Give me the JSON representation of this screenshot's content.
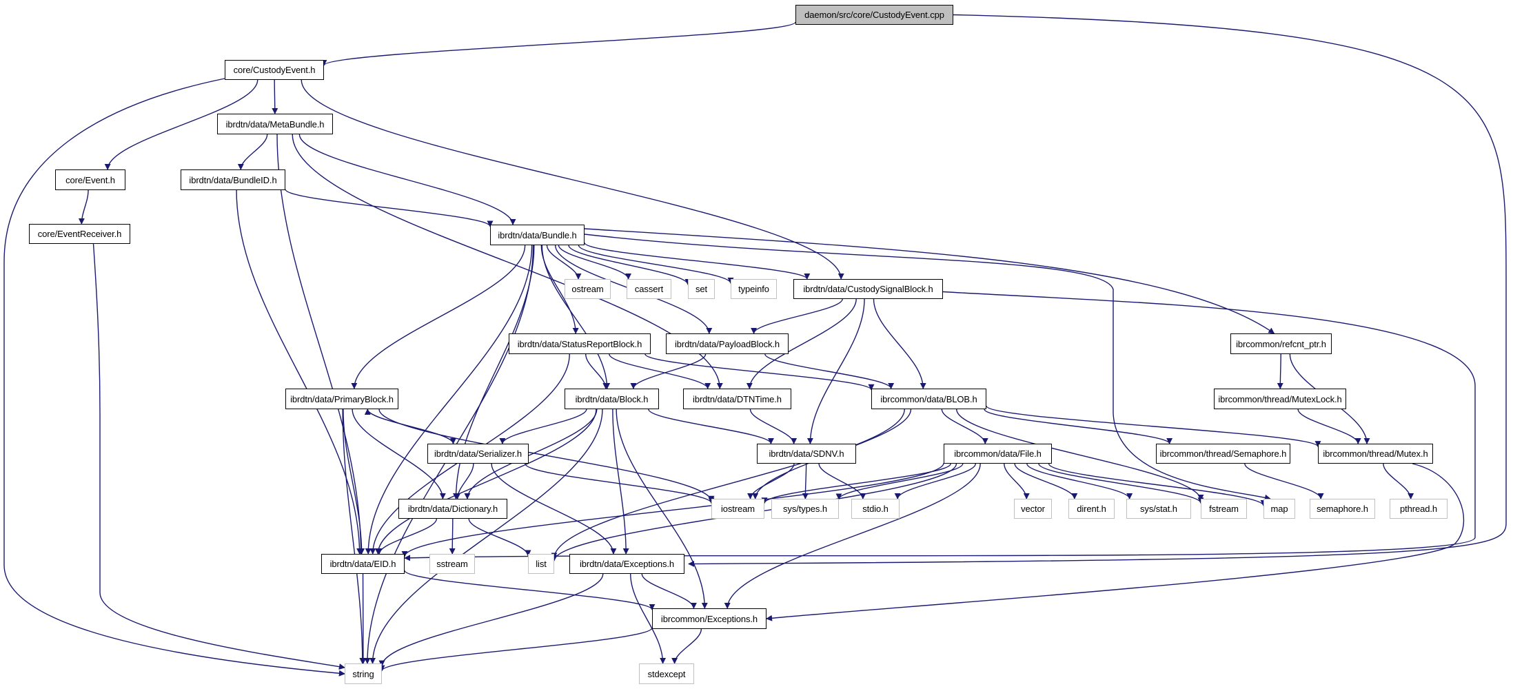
{
  "title": "daemon/src/core/CustodyEvent.cpp",
  "colors": {
    "edge": "#191970",
    "local_border": "#000000",
    "system_border": "#bfbfbf",
    "root_fill": "#bfbfbf"
  },
  "nodes": [
    {
      "id": "root",
      "label": "daemon/src/core/CustodyEvent.cpp",
      "kind": "root"
    },
    {
      "id": "CustodyEventH",
      "label": "core/CustodyEvent.h",
      "kind": "local"
    },
    {
      "id": "MetaBundle",
      "label": "ibrdtn/data/MetaBundle.h",
      "kind": "local"
    },
    {
      "id": "Event",
      "label": "core/Event.h",
      "kind": "local"
    },
    {
      "id": "BundleID",
      "label": "ibrdtn/data/BundleID.h",
      "kind": "local"
    },
    {
      "id": "EventReceiver",
      "label": "core/EventReceiver.h",
      "kind": "local"
    },
    {
      "id": "Bundle",
      "label": "ibrdtn/data/Bundle.h",
      "kind": "local"
    },
    {
      "id": "ostream",
      "label": "ostream",
      "kind": "system"
    },
    {
      "id": "cassert",
      "label": "cassert",
      "kind": "system"
    },
    {
      "id": "set",
      "label": "set",
      "kind": "system"
    },
    {
      "id": "typeinfo",
      "label": "typeinfo",
      "kind": "system"
    },
    {
      "id": "CustodySignalBlock",
      "label": "ibrdtn/data/CustodySignalBlock.h",
      "kind": "local"
    },
    {
      "id": "StatusReportBlock",
      "label": "ibrdtn/data/StatusReportBlock.h",
      "kind": "local"
    },
    {
      "id": "PayloadBlock",
      "label": "ibrdtn/data/PayloadBlock.h",
      "kind": "local"
    },
    {
      "id": "refcnt",
      "label": "ibrcommon/refcnt_ptr.h",
      "kind": "local"
    },
    {
      "id": "PrimaryBlock",
      "label": "ibrdtn/data/PrimaryBlock.h",
      "kind": "local"
    },
    {
      "id": "Block",
      "label": "ibrdtn/data/Block.h",
      "kind": "local"
    },
    {
      "id": "DTNTime",
      "label": "ibrdtn/data/DTNTime.h",
      "kind": "local"
    },
    {
      "id": "BLOB",
      "label": "ibrcommon/data/BLOB.h",
      "kind": "local"
    },
    {
      "id": "MutexLock",
      "label": "ibrcommon/thread/MutexLock.h",
      "kind": "local"
    },
    {
      "id": "Serializer",
      "label": "ibrdtn/data/Serializer.h",
      "kind": "local"
    },
    {
      "id": "SDNV",
      "label": "ibrdtn/data/SDNV.h",
      "kind": "local"
    },
    {
      "id": "File",
      "label": "ibrcommon/data/File.h",
      "kind": "local"
    },
    {
      "id": "Semaphore",
      "label": "ibrcommon/thread/Semaphore.h",
      "kind": "local"
    },
    {
      "id": "Mutex",
      "label": "ibrcommon/thread/Mutex.h",
      "kind": "local"
    },
    {
      "id": "Dictionary",
      "label": "ibrdtn/data/Dictionary.h",
      "kind": "local"
    },
    {
      "id": "iostream",
      "label": "iostream",
      "kind": "system"
    },
    {
      "id": "systypes",
      "label": "sys/types.h",
      "kind": "system"
    },
    {
      "id": "stdio",
      "label": "stdio.h",
      "kind": "system"
    },
    {
      "id": "vector",
      "label": "vector",
      "kind": "system"
    },
    {
      "id": "dirent",
      "label": "dirent.h",
      "kind": "system"
    },
    {
      "id": "sysstat",
      "label": "sys/stat.h",
      "kind": "system"
    },
    {
      "id": "fstream",
      "label": "fstream",
      "kind": "system"
    },
    {
      "id": "map",
      "label": "map",
      "kind": "system"
    },
    {
      "id": "semaphoreh",
      "label": "semaphore.h",
      "kind": "system"
    },
    {
      "id": "pthread",
      "label": "pthread.h",
      "kind": "system"
    },
    {
      "id": "EID",
      "label": "ibrdtn/data/EID.h",
      "kind": "local"
    },
    {
      "id": "sstream",
      "label": "sstream",
      "kind": "system"
    },
    {
      "id": "list",
      "label": "list",
      "kind": "system"
    },
    {
      "id": "DtnExceptions",
      "label": "ibrdtn/data/Exceptions.h",
      "kind": "local"
    },
    {
      "id": "CommonExceptions",
      "label": "ibrcommon/Exceptions.h",
      "kind": "local"
    },
    {
      "id": "string",
      "label": "string",
      "kind": "system"
    },
    {
      "id": "stdexcept",
      "label": "stdexcept",
      "kind": "system"
    }
  ],
  "edges": [
    [
      "root",
      "CustodyEventH"
    ],
    [
      "root",
      "DtnExceptions"
    ],
    [
      "CustodyEventH",
      "MetaBundle"
    ],
    [
      "CustodyEventH",
      "Event"
    ],
    [
      "CustodyEventH",
      "string"
    ],
    [
      "CustodyEventH",
      "CustodySignalBlock"
    ],
    [
      "MetaBundle",
      "BundleID"
    ],
    [
      "MetaBundle",
      "Bundle"
    ],
    [
      "MetaBundle",
      "EID"
    ],
    [
      "MetaBundle",
      "DTNTime"
    ],
    [
      "Event",
      "EventReceiver"
    ],
    [
      "EventReceiver",
      "string"
    ],
    [
      "BundleID",
      "Bundle"
    ],
    [
      "BundleID",
      "EID"
    ],
    [
      "Bundle",
      "ostream"
    ],
    [
      "Bundle",
      "cassert"
    ],
    [
      "Bundle",
      "set"
    ],
    [
      "Bundle",
      "typeinfo"
    ],
    [
      "Bundle",
      "CustodySignalBlock"
    ],
    [
      "Bundle",
      "StatusReportBlock"
    ],
    [
      "Bundle",
      "PayloadBlock"
    ],
    [
      "Bundle",
      "refcnt"
    ],
    [
      "Bundle",
      "PrimaryBlock"
    ],
    [
      "Bundle",
      "Block"
    ],
    [
      "Bundle",
      "EID"
    ],
    [
      "Bundle",
      "Dictionary"
    ],
    [
      "Bundle",
      "string"
    ],
    [
      "Bundle",
      "map"
    ],
    [
      "CustodySignalBlock",
      "PayloadBlock"
    ],
    [
      "CustodySignalBlock",
      "DTNTime"
    ],
    [
      "CustodySignalBlock",
      "SDNV"
    ],
    [
      "CustodySignalBlock",
      "BLOB"
    ],
    [
      "CustodySignalBlock",
      "EID"
    ],
    [
      "StatusReportBlock",
      "Block"
    ],
    [
      "StatusReportBlock",
      "DTNTime"
    ],
    [
      "StatusReportBlock",
      "BLOB"
    ],
    [
      "StatusReportBlock",
      "EID"
    ],
    [
      "PayloadBlock",
      "Block"
    ],
    [
      "PayloadBlock",
      "BLOB"
    ],
    [
      "refcnt",
      "MutexLock"
    ],
    [
      "refcnt",
      "Mutex"
    ],
    [
      "MutexLock",
      "Mutex"
    ],
    [
      "PrimaryBlock",
      "Serializer"
    ],
    [
      "PrimaryBlock",
      "Dictionary"
    ],
    [
      "PrimaryBlock",
      "EID"
    ],
    [
      "PrimaryBlock",
      "string"
    ],
    [
      "PrimaryBlock",
      "iostream"
    ],
    [
      "Block",
      "Serializer"
    ],
    [
      "Block",
      "SDNV"
    ],
    [
      "Block",
      "Dictionary"
    ],
    [
      "Block",
      "EID"
    ],
    [
      "Block",
      "DtnExceptions"
    ],
    [
      "Block",
      "CommonExceptions"
    ],
    [
      "Block",
      "string"
    ],
    [
      "DTNTime",
      "SDNV"
    ],
    [
      "BLOB",
      "File"
    ],
    [
      "BLOB",
      "Semaphore"
    ],
    [
      "BLOB",
      "Mutex"
    ],
    [
      "BLOB",
      "iostream"
    ],
    [
      "BLOB",
      "fstream"
    ],
    [
      "BLOB",
      "list"
    ],
    [
      "Serializer",
      "PrimaryBlock"
    ],
    [
      "Serializer",
      "Dictionary"
    ],
    [
      "Serializer",
      "iostream"
    ],
    [
      "Serializer",
      "DtnExceptions"
    ],
    [
      "SDNV",
      "iostream"
    ],
    [
      "SDNV",
      "systypes"
    ],
    [
      "SDNV",
      "stdio"
    ],
    [
      "File",
      "iostream"
    ],
    [
      "File",
      "systypes"
    ],
    [
      "File",
      "stdio"
    ],
    [
      "File",
      "vector"
    ],
    [
      "File",
      "dirent"
    ],
    [
      "File",
      "sysstat"
    ],
    [
      "File",
      "fstream"
    ],
    [
      "File",
      "map"
    ],
    [
      "File",
      "list"
    ],
    [
      "File",
      "CommonExceptions"
    ],
    [
      "File",
      "EID"
    ],
    [
      "Semaphore",
      "semaphoreh"
    ],
    [
      "Mutex",
      "pthread"
    ],
    [
      "Mutex",
      "CommonExceptions"
    ],
    [
      "Dictionary",
      "EID"
    ],
    [
      "Dictionary",
      "sstream"
    ],
    [
      "Dictionary",
      "list"
    ],
    [
      "EID",
      "string"
    ],
    [
      "EID",
      "CommonExceptions"
    ],
    [
      "DtnExceptions",
      "CommonExceptions"
    ],
    [
      "DtnExceptions",
      "string"
    ],
    [
      "DtnExceptions",
      "stdexcept"
    ],
    [
      "CommonExceptions",
      "string"
    ],
    [
      "CommonExceptions",
      "stdexcept"
    ]
  ]
}
